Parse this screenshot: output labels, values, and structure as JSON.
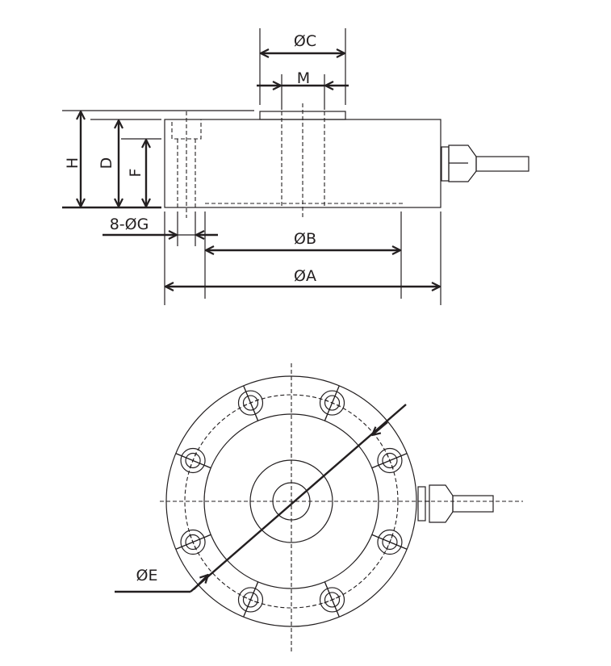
{
  "diagram": {
    "side_view": {
      "labels": {
        "dia_c": "ØC",
        "m": "M",
        "h": "H",
        "d": "D",
        "f": "F",
        "holes": "8-ØG",
        "dia_b": "ØB",
        "dia_a": "ØA"
      }
    },
    "top_view": {
      "labels": {
        "dia_e": "ØE"
      },
      "bolt_hole_count": 8
    },
    "colors": {
      "line": "#231f20",
      "background": "#ffffff"
    }
  }
}
